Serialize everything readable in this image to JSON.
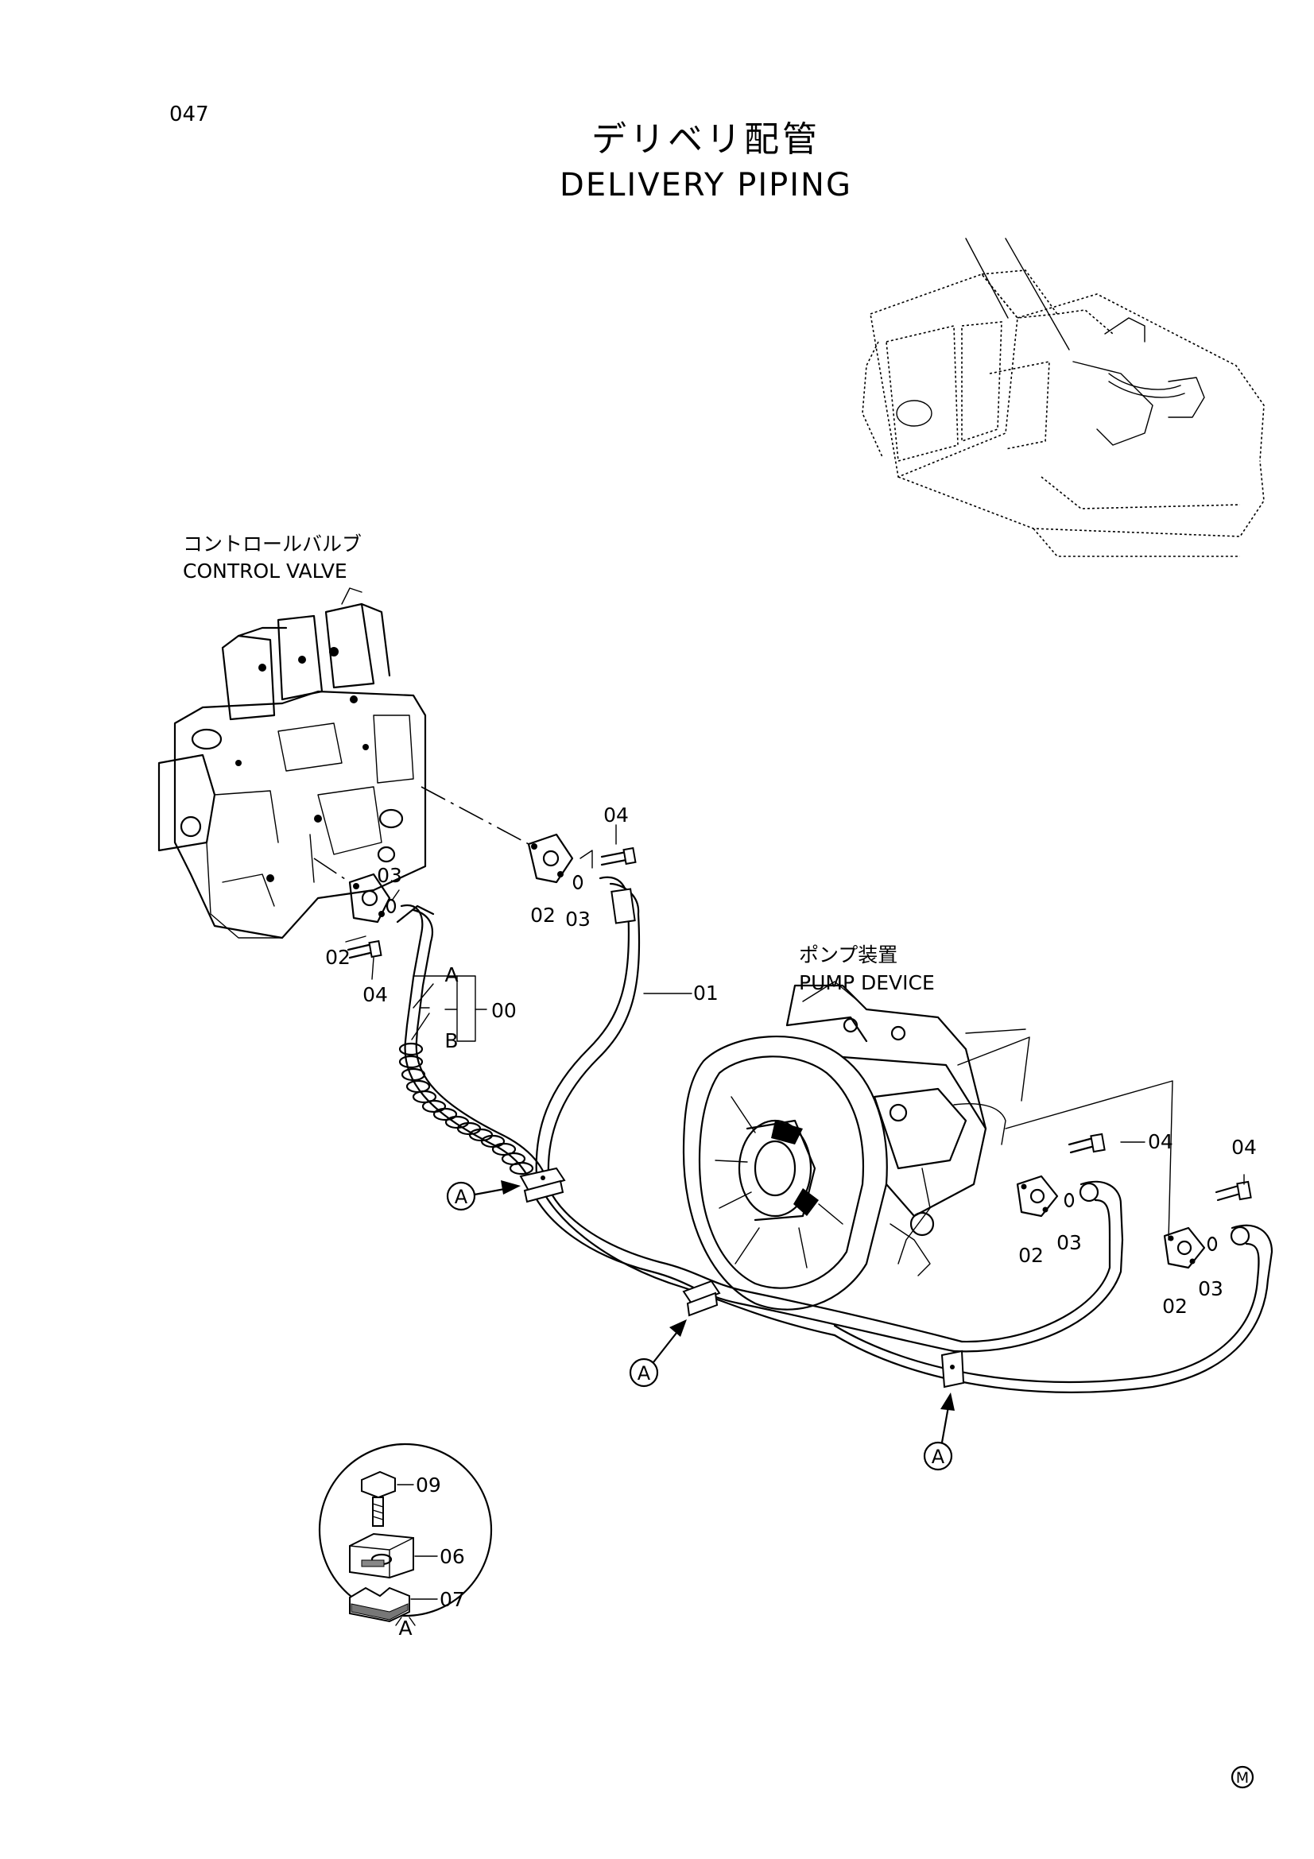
{
  "page": {
    "number": "047",
    "title_ja": "デリベリ配管",
    "title_en": "DELIVERY PIPING",
    "mark": "M"
  },
  "components": {
    "control_valve": {
      "label_ja": "コントロールバルブ",
      "label_en": "CONTROL VALVE"
    },
    "pump_device": {
      "label_ja": "ポンプ装置",
      "label_en": "PUMP DEVICE"
    }
  },
  "callouts": {
    "cv_bolt_upper": "04",
    "cv_flange_upper": "02",
    "cv_oring_upper": "03",
    "cv_oring_lower": "03",
    "cv_flange_lower": "02",
    "cv_bolt_lower": "04",
    "hose_a": "A",
    "hose_b": "B",
    "hose_assy": "00",
    "pipe": "01",
    "pump_bolt_left": "04",
    "pump_flange_left": "02",
    "pump_oring_left": "03",
    "pump_bolt_right": "04",
    "pump_flange_right": "02",
    "pump_oring_right": "03"
  },
  "clamp_refs": [
    "A",
    "A",
    "A"
  ],
  "detail": {
    "name": "A",
    "parts": [
      "09",
      "06",
      "07"
    ]
  }
}
